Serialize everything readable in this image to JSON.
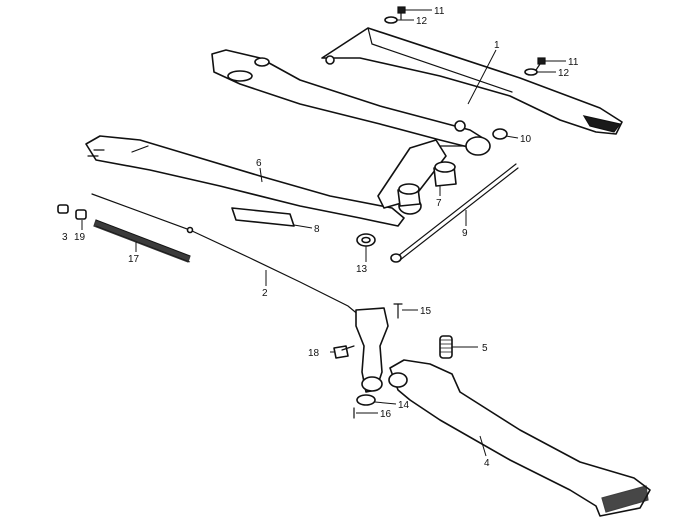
{
  "callouts": [
    {
      "id": "c11a",
      "text": "11"
    },
    {
      "id": "c12a",
      "text": "12"
    },
    {
      "id": "c1",
      "text": "1"
    },
    {
      "id": "c11b",
      "text": "11"
    },
    {
      "id": "c12b",
      "text": "12"
    },
    {
      "id": "c10",
      "text": "10"
    },
    {
      "id": "c6",
      "text": "6"
    },
    {
      "id": "c7",
      "text": "7"
    },
    {
      "id": "c9",
      "text": "9"
    },
    {
      "id": "c8",
      "text": "8"
    },
    {
      "id": "c3",
      "text": "3"
    },
    {
      "id": "c19",
      "text": "19"
    },
    {
      "id": "c17",
      "text": "17"
    },
    {
      "id": "c13",
      "text": "13"
    },
    {
      "id": "c2",
      "text": "2"
    },
    {
      "id": "c15",
      "text": "15"
    },
    {
      "id": "c18",
      "text": "18"
    },
    {
      "id": "c5",
      "text": "5"
    },
    {
      "id": "c14",
      "text": "14"
    },
    {
      "id": "c16",
      "text": "16"
    },
    {
      "id": "c4",
      "text": "4"
    }
  ]
}
